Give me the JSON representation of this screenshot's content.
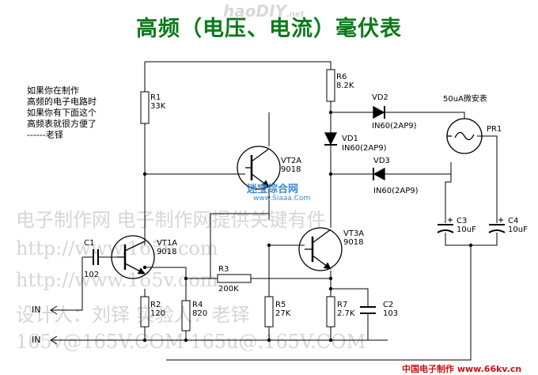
{
  "title": "高频（电压、电流）毫伏表",
  "logo": {
    "main": "haoDIY",
    "suffix": ".net"
  },
  "note_lines": [
    "如果你在制作",
    "高频的电子电路时",
    "如果你有下面这个",
    "高频表就很方便了",
    "------老铎"
  ],
  "labels": {
    "r1": "R1",
    "r1v": "33K",
    "r6": "R6",
    "r6v": "8.2K",
    "vd2": "VD2",
    "vd2v": "IN60(2AP9)",
    "vd1": "VD1",
    "vd1v": "IN60(2AP9)",
    "vd3": "VD3",
    "vd3v": "IN60(2AP9)",
    "meter": "50uA微安表",
    "pr1": "PR1",
    "vt2a": "VT2A",
    "vt2av": "9018",
    "vt1a": "VT1A",
    "vt1av": "9018",
    "vt3a": "VT3A",
    "vt3av": "9018",
    "c1": "C1",
    "c1v": "102",
    "r3": "R3",
    "r3v": "200K",
    "r2": "R2",
    "r2v": "120",
    "r4": "R4",
    "r4v": "820",
    "r5": "R5",
    "r5v": "27K",
    "r7": "R7",
    "r7v": "2.7K",
    "c2": "C2",
    "c2v": "103",
    "c3": "C3",
    "c3v": "10uF",
    "c4": "C4",
    "c4v": "10uF",
    "in1": "IN",
    "in2": "IN"
  },
  "watermarks": {
    "w1": "电子制作网  电子制作网提供关键有件",
    "w2": "http://www.165v.com",
    "w3": "http://www.165v.com",
    "w4": "设计人：刘铎 实验人：老铎",
    "w5": "165v@165V.COM    165u@.165V.COM"
  },
  "stamp": {
    "main": "迷宝综合网",
    "sub": "www.Siaaa.Com"
  },
  "footer": "中国电子制作 www.66kv.cn",
  "colors": {
    "title": "#0a7a1a",
    "wire": "#000000",
    "watermark": "#d6d6d6",
    "footer": "#cc1111"
  }
}
